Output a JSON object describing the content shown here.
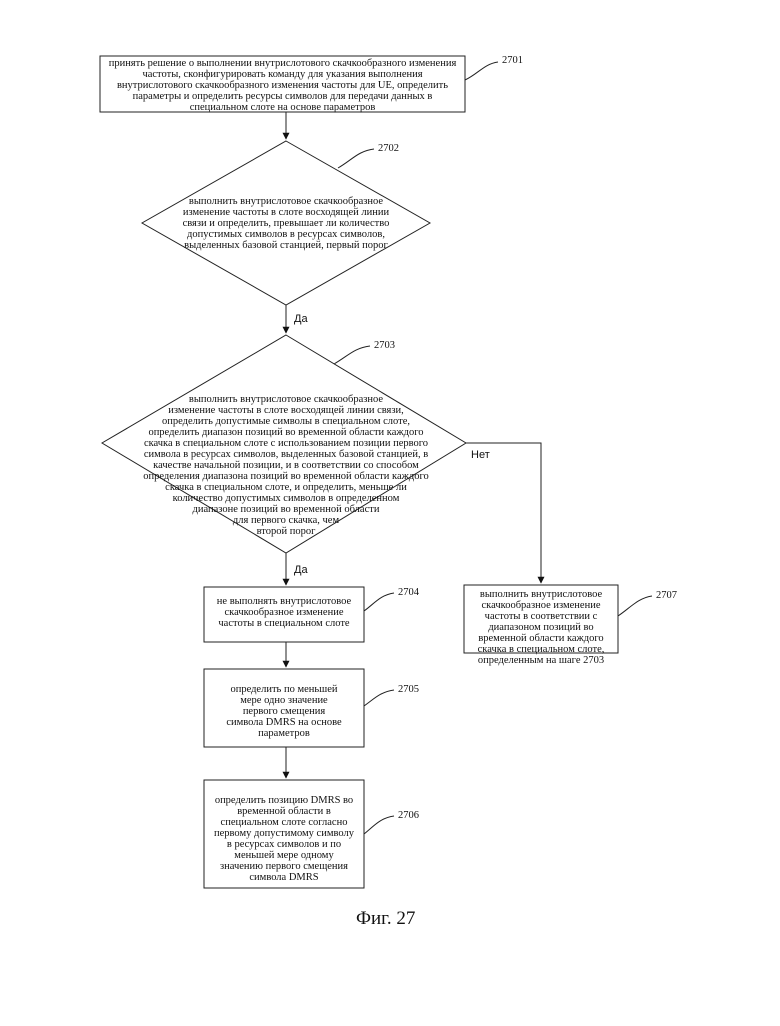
{
  "nodes": {
    "n2701": {
      "ref": "2701",
      "text": "принять решение о выполнении внутрислотового скачкообразного изменения\nчастоты, сконфигурировать команду для указания выполнения\nвнутрислотового скачкообразного изменения частоты для UE, определить\nпараметры и определить ресурсы символов для передачи данных в\nспециальном слоте на основе параметров"
    },
    "n2702": {
      "ref": "2702",
      "text": "выполнить внутрислотовое скачкообразное\nизменение частоты в слоте восходящей линии\nсвязи и определить, превышает ли количество\nдопустимых символов в ресурсах символов,\nвыделенных базовой станцией, первый порог"
    },
    "n2703": {
      "ref": "2703",
      "text": "выполнить внутрислотовое скачкообразное\nизменение частоты в слоте восходящей линии связи,\nопределить допустимые символы в специальном слоте,\nопределить диапазон позиций во временной области каждого\nскачка в специальном слоте с использованием позиции первого\nсимвола в ресурсах символов, выделенных базовой станцией, в\nкачестве начальной позиции, и в соответствии со способом\nопределения диапазона позиций во временной области каждого\nскачка в специальном слоте, и определить, меньше ли\nколичество допустимых символов в определенном\nдиапазоне позиций во временной области\nдля первого скачка, чем\nвторой порог"
    },
    "n2704": {
      "ref": "2704",
      "text": "не выполнять внутрислотовое\nскачкообразное изменение\nчастоты в специальном слоте"
    },
    "n2705": {
      "ref": "2705",
      "text": "определить по меньшей\nмере одно значение\nпервого смещения\nсимвола DMRS на основе\nпараметров"
    },
    "n2706": {
      "ref": "2706",
      "text": "определить позицию DMRS во\nвременной области в\nспециальном слоте согласно\nпервому допустимому символу\nв ресурсах символов и по\nменьшей мере одному\nзначению первого смещения\nсимвола DMRS"
    },
    "n2707": {
      "ref": "2707",
      "text": "выполнить внутрислотовое\nскачкообразное изменение\nчастоты в соответствии с\nдиапазоном позиций во\nвременной области каждого\nскачка в специальном слоте,\nопределенным на шаге 2703"
    }
  },
  "edges": {
    "yes1": "Да",
    "yes2": "Да",
    "no": "Нет"
  },
  "caption": "Фиг. 27"
}
